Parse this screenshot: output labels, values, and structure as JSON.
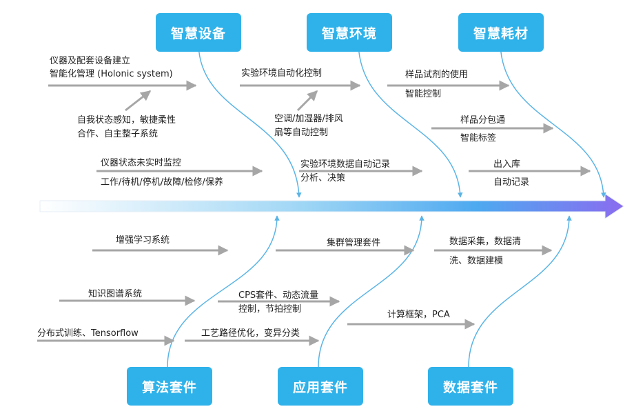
{
  "categories_top": [
    "智慧设备",
    "智慧环境",
    "智慧耗材"
  ],
  "categories_bottom": [
    "算法套件",
    "应用套件",
    "数据套件"
  ],
  "device": {
    "l1a": "仪器及配套设备建立",
    "l1b": "智能化管理 (Holonic system)",
    "l2a": "自我状态感知，敏捷柔性",
    "l2b": "合作、自主整子系统",
    "l3a": "仪器状态未实时监控",
    "l3b": "工作/待机/停机/故障/检修/保养"
  },
  "environment": {
    "l1": "实验环境自动化控制",
    "l2a": "空调/加湿器/排风",
    "l2b": "扇等自动控制",
    "l3a": "实验环境数据自动记录",
    "l3b": "分析、决策"
  },
  "consumables": {
    "l1a": "样品试剂的使用",
    "l1b": "智能控制",
    "l2a": "样品分包通",
    "l2b": "智能标签",
    "l3a": "出入库",
    "l3b": "自动记录"
  },
  "algorithm": {
    "l1": "增强学习系统",
    "l2": "知识图谱系统",
    "l3": "分布式训练、Tensorflow"
  },
  "application": {
    "l1": "集群管理套件",
    "l2a": "CPS套件、动态流量",
    "l2b": "控制，节拍控制",
    "l3": "工艺路径优化，变异分类"
  },
  "datasuite": {
    "l1a": "数据采集，数据清",
    "l1b": "洗、数据建模",
    "l2": "计算框架，PCA"
  },
  "colors": {
    "box": "#2fb2ea",
    "curve": "#5ab4e6",
    "arrow": "#a6a6a6",
    "spine_start": "#ffffff",
    "spine_end": "#8a6cf0"
  }
}
